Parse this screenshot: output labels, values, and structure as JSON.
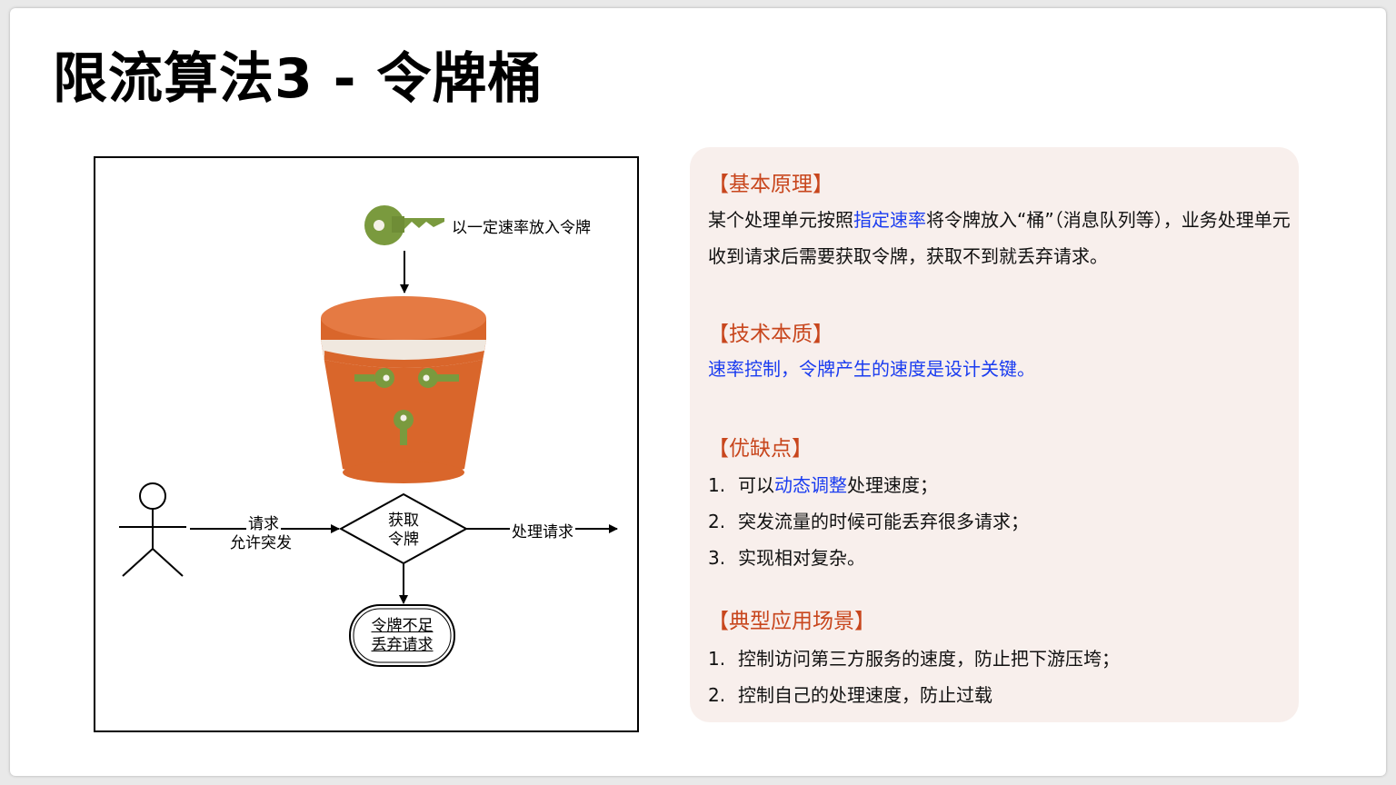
{
  "title": "限流算法3 - 令牌桶",
  "diagram": {
    "key_label": "以一定速率放入令牌",
    "request_label": "请求",
    "burst_label": "允许突发",
    "decision_line1": "获取",
    "decision_line2": "令牌",
    "process_label": "处理请求",
    "reject_line1": "令牌不足",
    "reject_line2": "丢弃请求",
    "colors": {
      "bucket": "#d9662b",
      "bucket_top": "#e57a43",
      "key": "#7a9a3e"
    }
  },
  "panel": {
    "principle": {
      "title": "【基本原理】",
      "text_before": "某个处理单元按照",
      "highlight": "指定速率",
      "text_after": "将令牌放入“桶”（消息队列等），业务处理单元收到请求后需要获取令牌，获取不到就丢弃请求。"
    },
    "essence": {
      "title": "【技术本质】",
      "text": "速率控制，令牌产生的速度是设计关键。"
    },
    "pros_cons": {
      "title": "【优缺点】",
      "items": [
        {
          "num": "1.",
          "before": "可以",
          "highlight": "动态调整",
          "after": "处理速度；"
        },
        {
          "num": "2.",
          "before": "突发流量的时候可能丢弃很多请求；",
          "highlight": "",
          "after": ""
        },
        {
          "num": "3.",
          "before": "实现相对复杂。",
          "highlight": "",
          "after": ""
        }
      ]
    },
    "scenarios": {
      "title": "【典型应用场景】",
      "items": [
        {
          "num": "1.",
          "text": "控制访问第三方服务的速度，防止把下游压垮；"
        },
        {
          "num": "2.",
          "text": "控制自己的处理速度，防止过载"
        }
      ]
    },
    "highlight_color": "#1a3cf0",
    "title_color": "#c8461d"
  }
}
